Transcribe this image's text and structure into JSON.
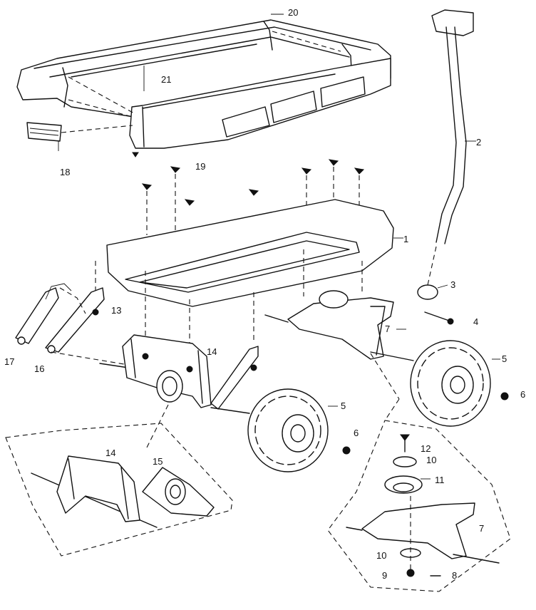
{
  "callouts": {
    "c20": "20",
    "c21": "21",
    "c2": "2",
    "c18": "18",
    "c19": "19",
    "c1": "1",
    "c3": "3",
    "c4": "4",
    "c13": "13",
    "c7": "7",
    "c14a": "14",
    "c17": "17",
    "c16": "16",
    "c5a": "5",
    "c6a": "6",
    "c5b": "5",
    "c6b": "6",
    "c14b": "14",
    "c15": "15",
    "c12": "12",
    "c10a": "10",
    "c11": "11",
    "c7b": "7",
    "c10b": "10",
    "c9": "9",
    "c8": "8"
  }
}
